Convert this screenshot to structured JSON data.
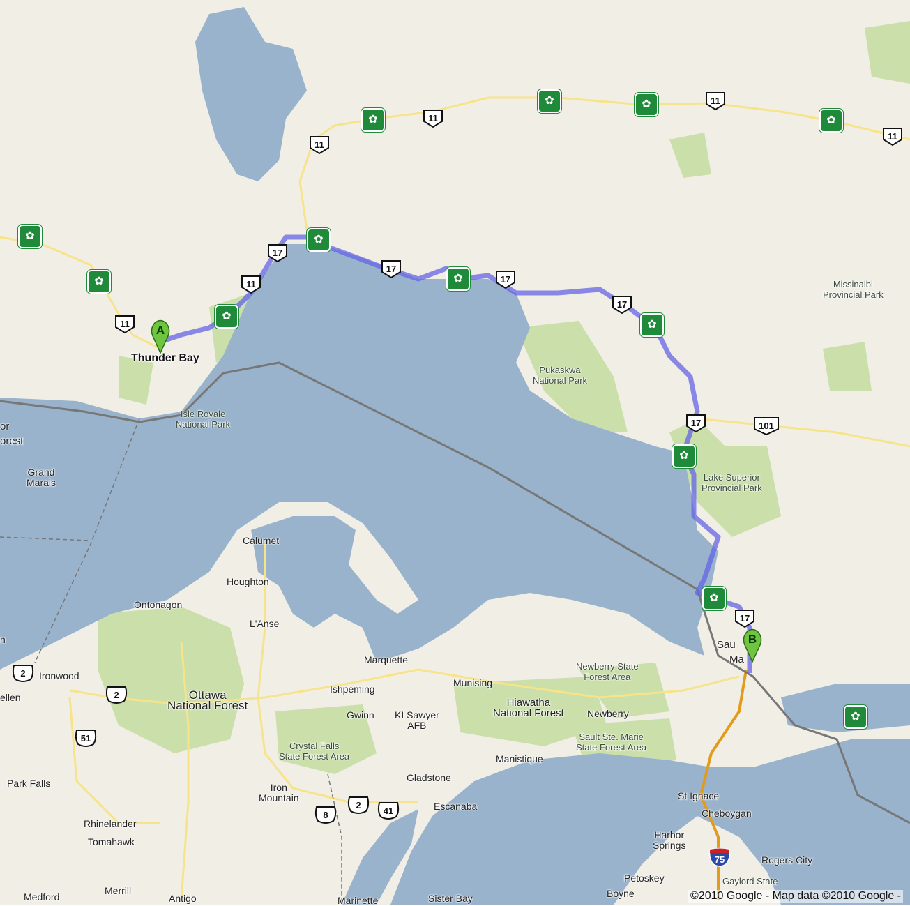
{
  "colors": {
    "water": "#99b3cc",
    "land": "#f1eee6",
    "park": "#cadfaa",
    "route": "#6464e6",
    "road": "#f7e38a",
    "interstate": "#e39b1b",
    "border": "#777777",
    "marker": "#6fc53f"
  },
  "markers": [
    {
      "letter": "A",
      "icon": "map-pin-icon"
    },
    {
      "letter": "B",
      "icon": "map-pin-icon"
    }
  ],
  "labels": {
    "thunder_bay": "Thunder Bay",
    "isle_royale": "Isle Royale\nNational Park",
    "pukaskwa": "Pukaskwa\nNational Park",
    "missinaibi": "Missinaibi\nProvincial Park",
    "lake_superior_pp": "Lake Superior\nProvincial Park",
    "grand_marais": "Grand\nMarais",
    "forest": "orest",
    "or": "or",
    "calumet": "Calumet",
    "houghton": "Houghton",
    "ontonagon": "Ontonagon",
    "lanse": "L'Anse",
    "marquette": "Marquette",
    "ishpeming": "Ishpeming",
    "gwinn": "Gwinn",
    "ki_sawyer": "KI Sawyer\nAFB",
    "munising": "Munising",
    "hiawatha": "Hiawatha\nNational Forest",
    "newberry_sf": "Newberry State\nForest Area",
    "newberry": "Newberry",
    "sault_ste_marie": "Sault Ste. Marie\nState Forest Area",
    "sault": "Sau",
    "ma": "Ma",
    "ironwood": "Ironwood",
    "ellen": "ellen",
    "ottawa": "Ottawa\nNational Forest",
    "crystal_falls": "Crystal Falls\nState Forest Area",
    "iron_mountain": "Iron\nMountain",
    "gladstone": "Gladstone",
    "manistique": "Manistique",
    "escanaba": "Escanaba",
    "st_ignace": "St Ignace",
    "cheboygan": "Cheboygan",
    "harbor_springs": "Harbor\nSprings",
    "petoskey": "Petoskey",
    "boyne": "Boyne",
    "rogers_city": "Rogers City",
    "gaylord": "Gaylord State",
    "park_falls": "Park Falls",
    "rhinelander": "Rhinelander",
    "tomahawk": "Tomahawk",
    "medford": "Medford",
    "merrill": "Merrill",
    "antigo": "Antigo",
    "sister_bay": "Sister Bay",
    "marinette": "Marinette",
    "n": "n"
  },
  "shields": {
    "hwy11": "11",
    "hwy17": "17",
    "hwy101": "101",
    "us2": "2",
    "us8": "8",
    "us41": "41",
    "us51": "51",
    "i75": "75"
  },
  "copyright": "©2010 Google - Map data ©2010 Google -"
}
